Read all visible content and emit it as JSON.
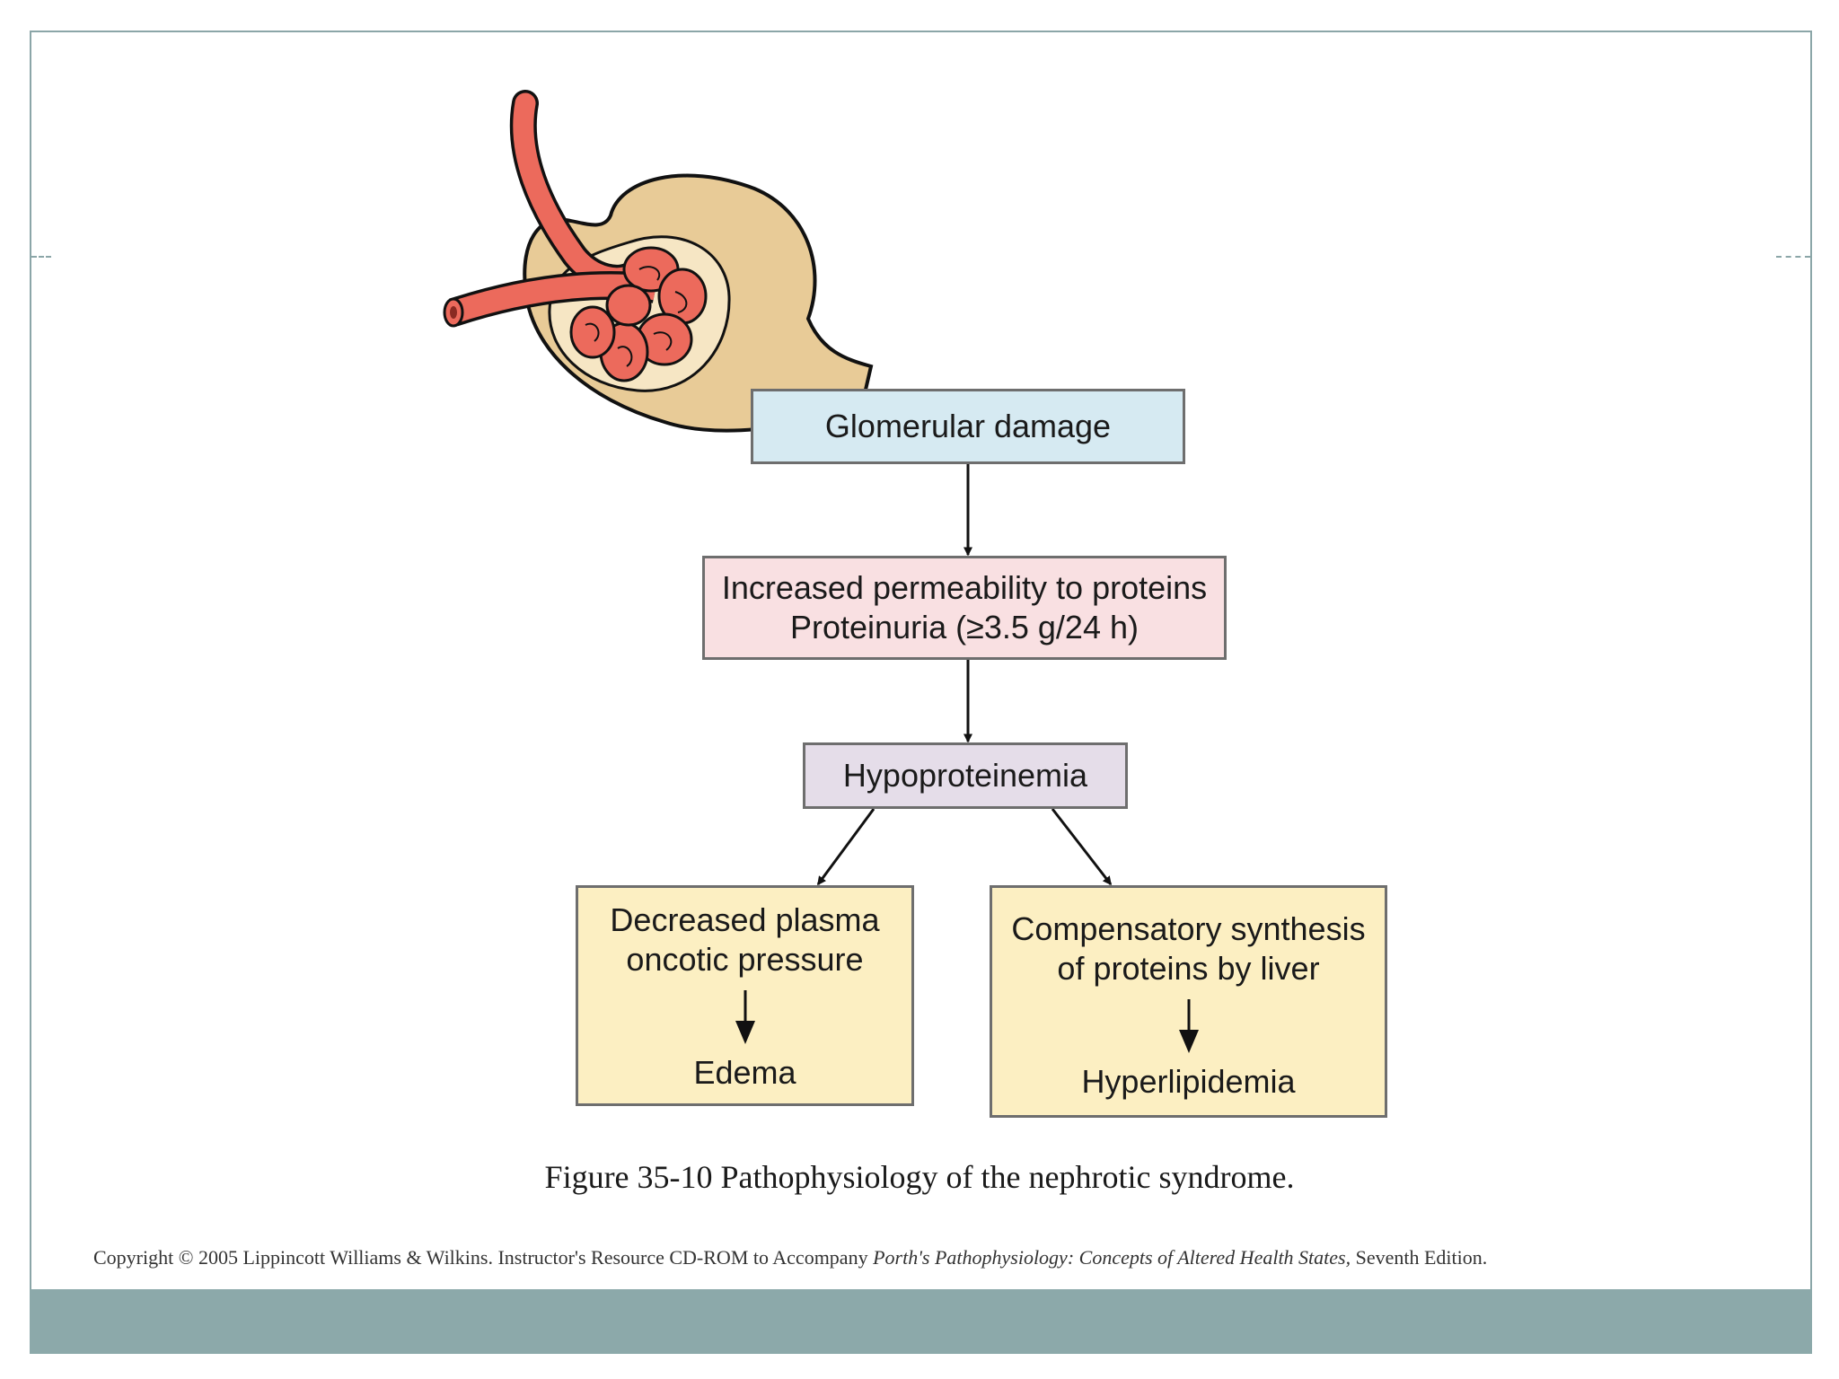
{
  "diagram": {
    "nodes": {
      "glomerular_damage": {
        "label": "Glomerular damage",
        "fill": "#d6eaf2"
      },
      "permeability": {
        "line1": "Increased permeability to proteins",
        "line2": "Proteinuria (≥3.5 g/24 h)",
        "fill": "#f9e0e2"
      },
      "hypoproteinemia": {
        "label": "Hypoproteinemia",
        "fill": "#e5dde9"
      },
      "edema_box": {
        "line1": "Decreased plasma",
        "line2": "oncotic pressure",
        "result": "Edema",
        "fill": "#fcefc2"
      },
      "hyperlipidemia_box": {
        "line1": "Compensatory synthesis",
        "line2": "of proteins by liver",
        "result": "Hyperlipidemia",
        "fill": "#fcefc2"
      }
    },
    "edges": [
      {
        "from": "glomerular_damage",
        "to": "permeability"
      },
      {
        "from": "permeability",
        "to": "hypoproteinemia"
      },
      {
        "from": "hypoproteinemia",
        "to": "edema_box"
      },
      {
        "from": "hypoproteinemia",
        "to": "hyperlipidemia_box"
      }
    ],
    "illustration": "glomerulus with afferent arteriole inside Bowman's capsule"
  },
  "caption": "Figure 35-10 Pathophysiology of the nephrotic syndrome.",
  "copyright": {
    "prefix": "Copyright © 2005 Lippincott Williams & Wilkins.  Instructor's Resource CD-ROM to Accompany ",
    "italic": "Porth's Pathophysiology: Concepts of Altered Health States,",
    "suffix": " Seventh Edition."
  },
  "colors": {
    "frame": "#8ba6a8",
    "footer_band": "#8ca9aa",
    "vessel": "#ec6a5c",
    "capsule": "#e8cb97"
  }
}
